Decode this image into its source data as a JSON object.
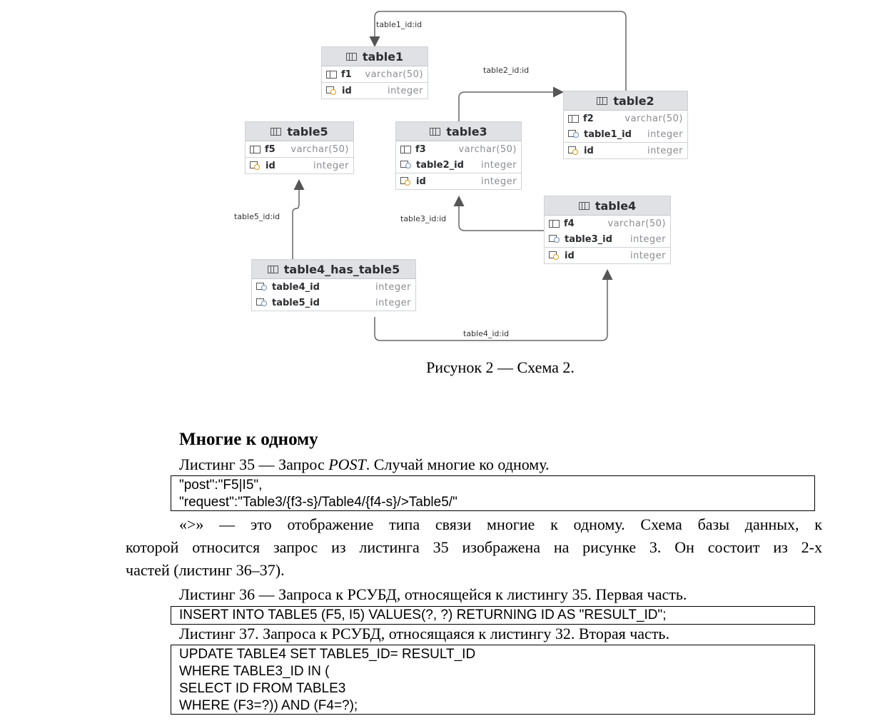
{
  "diagram": {
    "tables": {
      "table1": {
        "name": "table1",
        "columns": [
          {
            "name": "f1",
            "type": "varchar(50)"
          },
          {
            "name": "id",
            "type": "integer"
          }
        ]
      },
      "table2": {
        "name": "table2",
        "columns": [
          {
            "name": "f2",
            "type": "varchar(50)"
          },
          {
            "name": "table1_id",
            "type": "integer"
          },
          {
            "name": "id",
            "type": "integer"
          }
        ]
      },
      "table3": {
        "name": "table3",
        "columns": [
          {
            "name": "f3",
            "type": "varchar(50)"
          },
          {
            "name": "table2_id",
            "type": "integer"
          },
          {
            "name": "id",
            "type": "integer"
          }
        ]
      },
      "table4": {
        "name": "table4",
        "columns": [
          {
            "name": "f4",
            "type": "varchar(50)"
          },
          {
            "name": "table3_id",
            "type": "integer"
          },
          {
            "name": "id",
            "type": "integer"
          }
        ]
      },
      "table5": {
        "name": "table5",
        "columns": [
          {
            "name": "f5",
            "type": "varchar(50)"
          },
          {
            "name": "id",
            "type": "integer"
          }
        ]
      },
      "table4_has_table5": {
        "name": "table4_has_table5",
        "columns": [
          {
            "name": "table4_id",
            "type": "integer"
          },
          {
            "name": "table5_id",
            "type": "integer"
          }
        ]
      }
    },
    "relations": {
      "r1": "table1_id:id",
      "r2": "table2_id:id",
      "r3": "table3_id:id",
      "r4": "table4_id:id",
      "r5": "table5_id:id"
    }
  },
  "caption": "Рисунок 2 — Схема 2.",
  "heading": "Многие к одному",
  "listing35": {
    "title_prefix": "Листинг 35 — Запрос ",
    "title_em": "POST",
    "title_suffix": ". Случай многие ко одному.",
    "code": [
      "\"post\":\"F5|I5\",",
      "\"request\":\"Table3/{f3-s}/Table4/{f4-s}/>Table5/\""
    ]
  },
  "paragraph": {
    "line1": "«>» — это отображение типа связи многие к одному. Схема базы данных, к",
    "line2": "которой относится запрос из листинга 35 изображена на рисунке 3. Он состоит из 2-х",
    "line3": "частей (листинг 36–37)."
  },
  "listing36": {
    "title": "Листинг 36 — Запроса к РСУБД, относящейся к листингу 35. Первая часть.",
    "code": [
      "INSERT INTO TABLE5 (F5, I5) VALUES(?, ?) RETURNING ID AS \"RESULT_ID\";"
    ]
  },
  "listing37": {
    "title": "Листинг 37. Запроса к РСУБД, относящаяся к листингу 32. Вторая часть.",
    "code": [
      "UPDATE TABLE4 SET TABLE5_ID= RESULT_ID",
      "WHERE TABLE3_ID IN (",
      "SELECT ID FROM TABLE3",
      "WHERE (F3=?)) AND (F4=?);"
    ]
  }
}
